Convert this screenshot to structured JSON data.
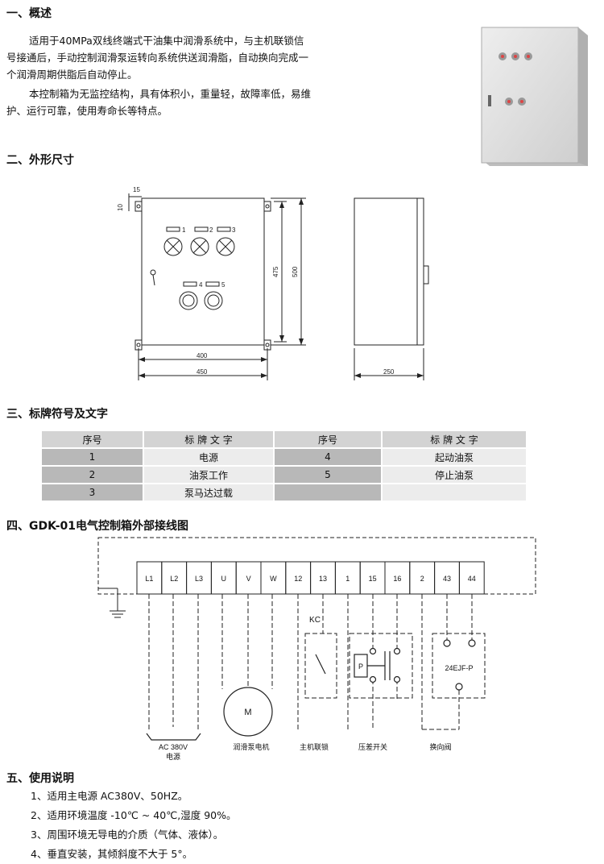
{
  "sections": {
    "overview": {
      "title": "一、概述",
      "p1": "适用于40MPa双线终端式干油集中润滑系统中，与主机联锁信号接通后，手动控制润滑泵运转向系统供送润滑脂，自动换向完成一个润滑周期供脂后自动停止。",
      "p2": "本控制箱为无监控结构，具有体积小，重量轻，故障率低，易维护、运行可靠，使用寿命长等特点。"
    },
    "dimensions": {
      "title": "二、外形尺寸",
      "labels": {
        "d15": "15",
        "d10": "10",
        "d475": "475",
        "d500": "500",
        "d400": "400",
        "d450": "450",
        "d250": "250",
        "n1": "1",
        "n2": "2",
        "n3": "3",
        "n4": "4",
        "n5": "5"
      }
    },
    "nameplate": {
      "title": "三、标牌符号及文字",
      "headers": [
        "序号",
        "标 牌 文 字",
        "序号",
        "标 牌 文 字"
      ],
      "rows": [
        [
          "1",
          "电源",
          "4",
          "起动油泵"
        ],
        [
          "2",
          "油泵工作",
          "5",
          "停止油泵"
        ],
        [
          "3",
          "泵马达过载",
          "",
          ""
        ]
      ]
    },
    "wiring": {
      "title": "四、GDK-01电气控制箱外部接线图",
      "terminals": [
        "L1",
        "L2",
        "L3",
        "U",
        "V",
        "W",
        "12",
        "13",
        "1",
        "15",
        "16",
        "2",
        "43",
        "44"
      ],
      "kc": "KC",
      "motor": "M",
      "valve_model": "24EJF-P",
      "pressure_p": "P",
      "power_label_1": "AC 380V",
      "power_label_2": "电源",
      "motor_label": "润滑泵电机",
      "interlock_label": "主机联锁",
      "pressure_label": "压差开关",
      "valve_label": "换向阀"
    },
    "usage": {
      "title": "五、使用说明",
      "items": [
        "1、适用主电源 AC380V、50HZ。",
        "2、适用环境温度 -10℃ ~ 40℃,湿度 90%。",
        "3、周围环境无导电的介质（气体、液体）。",
        "4、垂直安装，其倾斜度不大于 5°。"
      ]
    }
  }
}
